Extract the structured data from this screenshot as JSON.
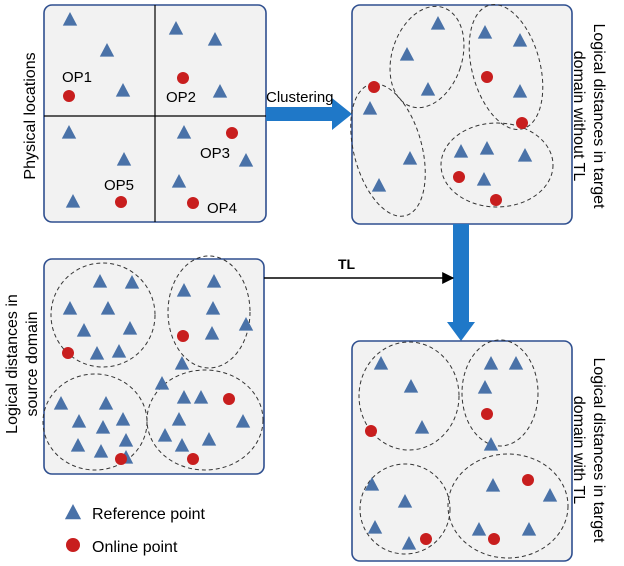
{
  "labels": {
    "physical_locations": "Physical locations",
    "op1": "OP1",
    "op2": "OP2",
    "op3": "OP3",
    "op4": "OP4",
    "op5": "OP5",
    "clustering": "Clustering",
    "tl": "TL",
    "source_domain_line1": "Logical distances in",
    "source_domain_line2": "source domain",
    "target_without_line1": "Logical distances in target",
    "target_without_line2": "domain without TL",
    "target_with_line1": "Logical distances in target",
    "target_with_line2": "domain with TL"
  },
  "legend": {
    "reference": "Reference point",
    "online": "Online point"
  },
  "colors": {
    "reference_point": "#4a72a8",
    "online_point": "#c81e1e",
    "panel_fill": "#f2f2f2",
    "panel_border": "#2f4f8f",
    "arrow_blue": "#1f78c8"
  }
}
